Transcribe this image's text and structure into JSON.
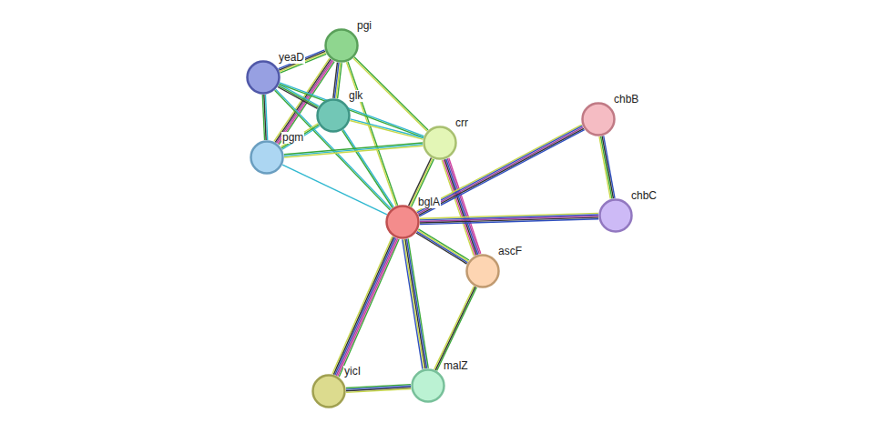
{
  "diagram": {
    "nodes": [
      {
        "text": [
          "pgi"
        ]
      },
      {
        "text": [
          "yeaD"
        ]
      },
      {
        "text": [
          "glk"
        ]
      },
      {
        "text": [
          "crr"
        ]
      },
      {
        "text": [
          "chbB"
        ]
      },
      {
        "text": [
          "pgm"
        ]
      },
      {
        "text": [
          "bglA"
        ]
      },
      {
        "text": [
          "chbC"
        ]
      },
      {
        "text": [
          "ascF"
        ]
      },
      {
        "text": [
          "yicI"
        ]
      },
      {
        "text": [
          "malZ"
        ]
      }
    ],
    "edges": [
      {
        "from": 0,
        "to": 1,
        "arrow": "none"
      },
      {
        "from": 0,
        "to": 2,
        "arrow": "none"
      },
      {
        "from": 0,
        "to": 5,
        "arrow": "none"
      },
      {
        "from": 0,
        "to": 3,
        "arrow": "none"
      },
      {
        "from": 0,
        "to": 6,
        "arrow": "none"
      },
      {
        "from": 1,
        "to": 2,
        "arrow": "none"
      },
      {
        "from": 1,
        "to": 5,
        "arrow": "none"
      },
      {
        "from": 1,
        "to": 3,
        "arrow": "none"
      },
      {
        "from": 1,
        "to": 6,
        "arrow": "none"
      },
      {
        "from": 2,
        "to": 5,
        "arrow": "none"
      },
      {
        "from": 2,
        "to": 3,
        "arrow": "none"
      },
      {
        "from": 2,
        "to": 6,
        "arrow": "none"
      },
      {
        "from": 5,
        "to": 3,
        "arrow": "none"
      },
      {
        "from": 5,
        "to": 6,
        "arrow": "none"
      },
      {
        "from": 3,
        "to": 6,
        "arrow": "none"
      },
      {
        "from": 3,
        "to": 8,
        "arrow": "none"
      },
      {
        "from": 6,
        "to": 4,
        "arrow": "none"
      },
      {
        "from": 6,
        "to": 7,
        "arrow": "none"
      },
      {
        "from": 6,
        "to": 8,
        "arrow": "none"
      },
      {
        "from": 6,
        "to": 9,
        "arrow": "none"
      },
      {
        "from": 6,
        "to": 10,
        "arrow": "none"
      },
      {
        "from": 4,
        "to": 7,
        "arrow": "none"
      },
      {
        "from": 8,
        "to": 10,
        "arrow": "none"
      },
      {
        "from": 9,
        "to": 10,
        "arrow": "none"
      }
    ]
  }
}
